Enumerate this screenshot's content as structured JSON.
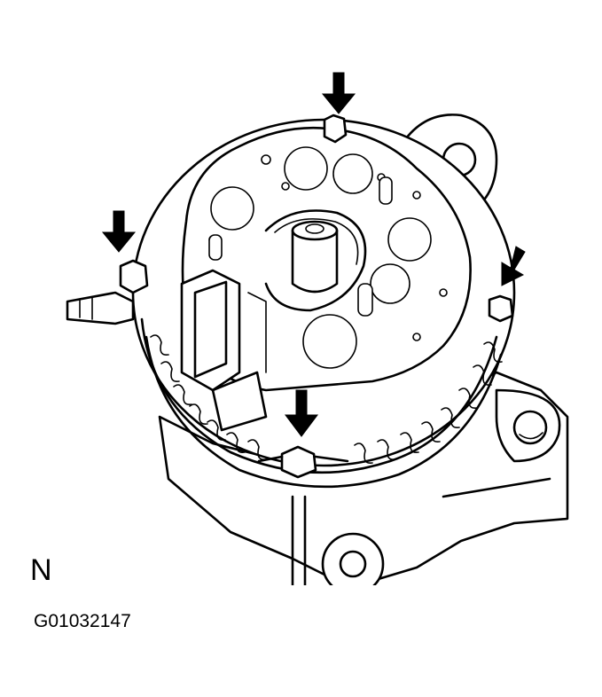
{
  "figure": {
    "panel_letter": "N",
    "figure_id": "G01032147",
    "callout_arrows": [
      {
        "name": "arrow-top-bolt"
      },
      {
        "name": "arrow-left-bolt"
      },
      {
        "name": "arrow-right-bolt"
      },
      {
        "name": "arrow-bottom-nut"
      }
    ]
  }
}
